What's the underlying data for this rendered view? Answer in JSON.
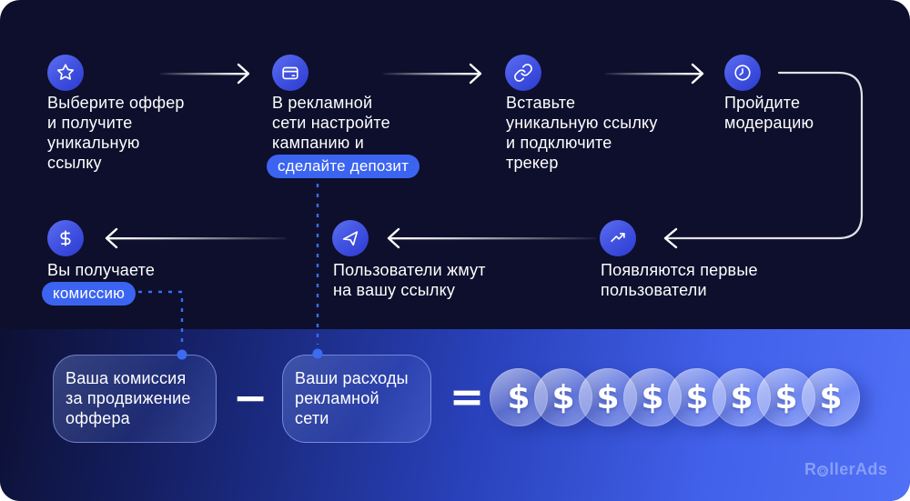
{
  "flow": {
    "steps": [
      {
        "name": "choose-offer",
        "icon": "star-icon",
        "lines": [
          "Выберите оффер",
          "и получите",
          "уникальную",
          "ссылку"
        ]
      },
      {
        "name": "setup-campaign",
        "icon": "credit-card-icon",
        "lines": [
          "В рекламной",
          "сети настройте",
          "кампанию и"
        ],
        "highlight": "сделайте депозит"
      },
      {
        "name": "insert-link",
        "icon": "link-icon",
        "lines": [
          "Вставьте",
          "уникальную ссылку",
          "и подключите",
          "трекер"
        ]
      },
      {
        "name": "moderation",
        "icon": "clock-icon",
        "lines": [
          "Пройдите",
          "модерацию"
        ]
      },
      {
        "name": "first-users",
        "icon": "trending-up-icon",
        "lines": [
          "Появляются первые",
          "пользователи"
        ]
      },
      {
        "name": "users-click",
        "icon": "cursor-icon",
        "lines": [
          "Пользователи жмут",
          "на вашу ссылку"
        ]
      },
      {
        "name": "get-commission",
        "icon": "dollar-icon",
        "lines": [
          "Вы получаете"
        ],
        "highlight": "комиссию"
      }
    ]
  },
  "equation": {
    "commission_box": {
      "lines": [
        "Ваша комиссия",
        "за продвижение",
        "оффера"
      ]
    },
    "minus": "−",
    "spend_box": {
      "lines": [
        "Ваши расходы",
        "рекламной",
        "сети"
      ]
    },
    "equals": "=",
    "coin_symbol": "$",
    "coin_count": 8
  },
  "logo": {
    "full": "RollerAds",
    "prefix": "R",
    "suffix": "llerAds"
  },
  "colors": {
    "background_dark": "#0D0F2C",
    "bottom_gradient_start": "#0D1034",
    "bottom_gradient_end": "#5070F6",
    "accent_pill": "#3B64F0",
    "icon_circle_top": "#5D6FF2",
    "icon_circle_bottom": "#2C3BD0",
    "dashed_connector": "#3B6CF2",
    "arrow": "#FFFFFF"
  }
}
